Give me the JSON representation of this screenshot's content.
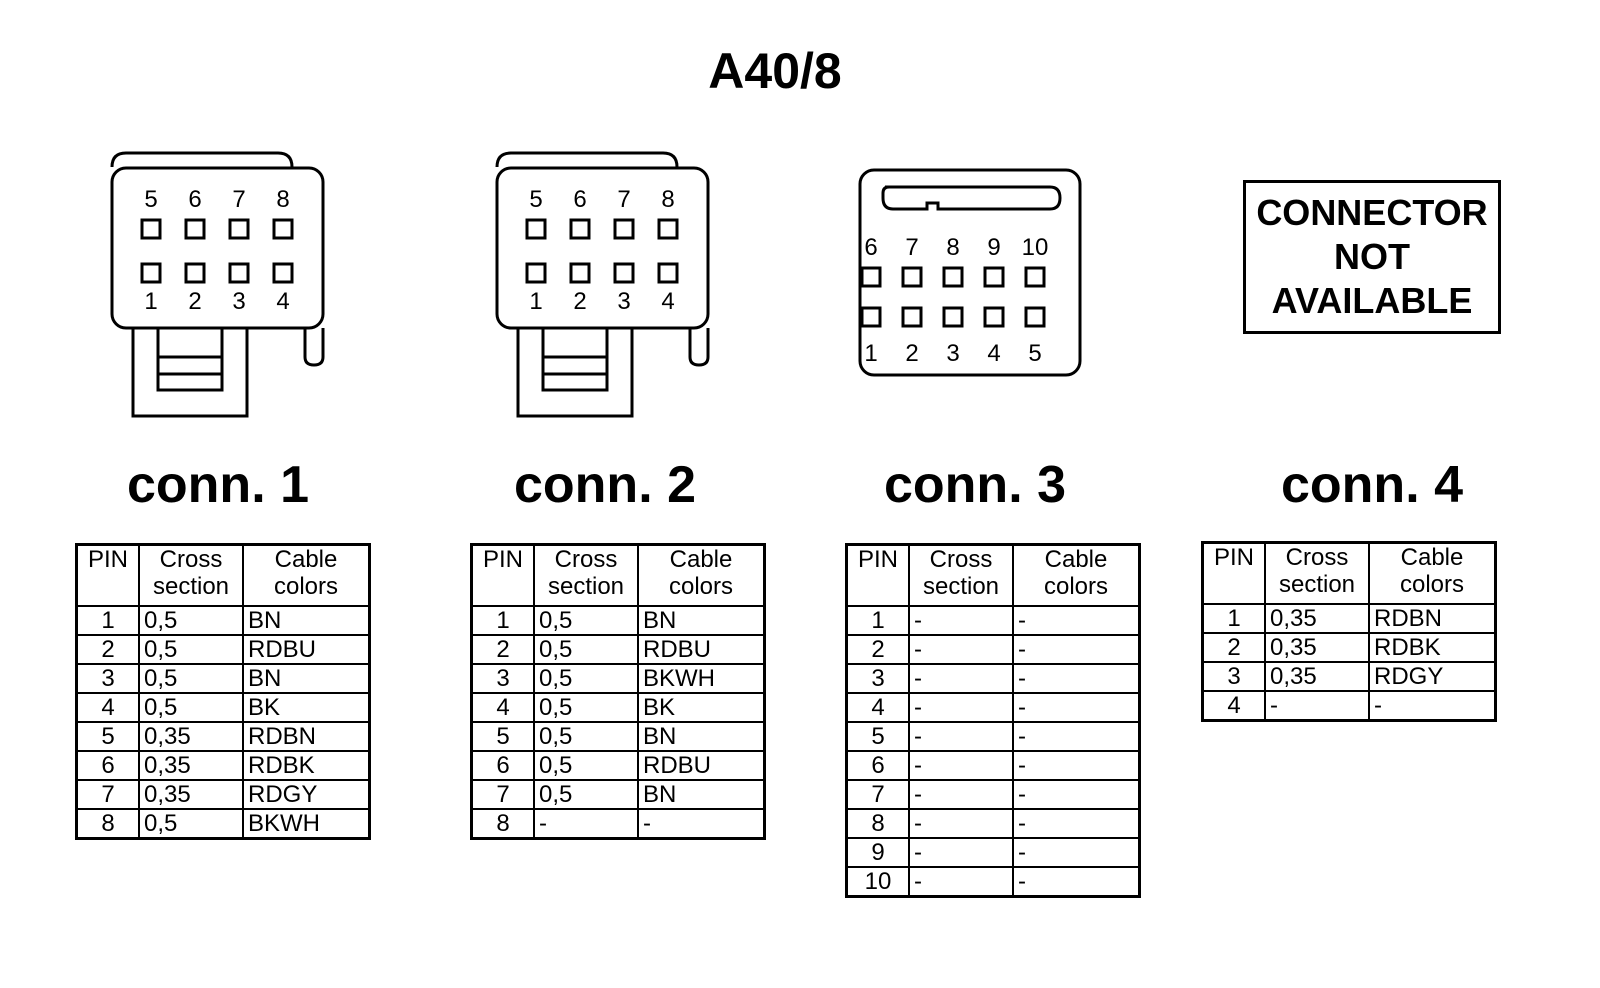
{
  "title": "A40/8",
  "headers": {
    "pin": "PIN",
    "cross": [
      "Cross",
      "section"
    ],
    "colors": [
      "Cable",
      "colors"
    ]
  },
  "connectors": [
    {
      "label": "conn. 1",
      "top_pins": [
        "5",
        "6",
        "7",
        "8"
      ],
      "bottom_pins": [
        "1",
        "2",
        "3",
        "4"
      ],
      "rows": [
        {
          "pin": "1",
          "cross": "0,5",
          "color": "BN"
        },
        {
          "pin": "2",
          "cross": "0,5",
          "color": "RDBU"
        },
        {
          "pin": "3",
          "cross": "0,5",
          "color": "BN"
        },
        {
          "pin": "4",
          "cross": "0,5",
          "color": "BK"
        },
        {
          "pin": "5",
          "cross": "0,35",
          "color": "RDBN"
        },
        {
          "pin": "6",
          "cross": "0,35",
          "color": "RDBK"
        },
        {
          "pin": "7",
          "cross": "0,35",
          "color": "RDGY"
        },
        {
          "pin": "8",
          "cross": "0,5",
          "color": "BKWH"
        }
      ]
    },
    {
      "label": "conn. 2",
      "top_pins": [
        "5",
        "6",
        "7",
        "8"
      ],
      "bottom_pins": [
        "1",
        "2",
        "3",
        "4"
      ],
      "rows": [
        {
          "pin": "1",
          "cross": "0,5",
          "color": "BN"
        },
        {
          "pin": "2",
          "cross": "0,5",
          "color": "RDBU"
        },
        {
          "pin": "3",
          "cross": "0,5",
          "color": "BKWH"
        },
        {
          "pin": "4",
          "cross": "0,5",
          "color": "BK"
        },
        {
          "pin": "5",
          "cross": "0,5",
          "color": "BN"
        },
        {
          "pin": "6",
          "cross": "0,5",
          "color": "RDBU"
        },
        {
          "pin": "7",
          "cross": "0,5",
          "color": "BN"
        },
        {
          "pin": "8",
          "cross": "-",
          "color": "-"
        }
      ]
    },
    {
      "label": "conn. 3",
      "top_pins": [
        "6",
        "7",
        "8",
        "9",
        "10"
      ],
      "bottom_pins": [
        "1",
        "2",
        "3",
        "4",
        "5"
      ],
      "rows": [
        {
          "pin": "1",
          "cross": "-",
          "color": "-"
        },
        {
          "pin": "2",
          "cross": "-",
          "color": "-"
        },
        {
          "pin": "3",
          "cross": "-",
          "color": "-"
        },
        {
          "pin": "4",
          "cross": "-",
          "color": "-"
        },
        {
          "pin": "5",
          "cross": "-",
          "color": "-"
        },
        {
          "pin": "6",
          "cross": "-",
          "color": "-"
        },
        {
          "pin": "7",
          "cross": "-",
          "color": "-"
        },
        {
          "pin": "8",
          "cross": "-",
          "color": "-"
        },
        {
          "pin": "9",
          "cross": "-",
          "color": "-"
        },
        {
          "pin": "10",
          "cross": "-",
          "color": "-"
        }
      ]
    },
    {
      "label": "conn. 4",
      "not_available": [
        "CONNECTOR",
        "NOT",
        "AVAILABLE"
      ],
      "rows": [
        {
          "pin": "1",
          "cross": "0,35",
          "color": "RDBN"
        },
        {
          "pin": "2",
          "cross": "0,35",
          "color": "RDBK"
        },
        {
          "pin": "3",
          "cross": "0,35",
          "color": "RDGY"
        },
        {
          "pin": "4",
          "cross": "-",
          "color": "-"
        }
      ]
    }
  ]
}
